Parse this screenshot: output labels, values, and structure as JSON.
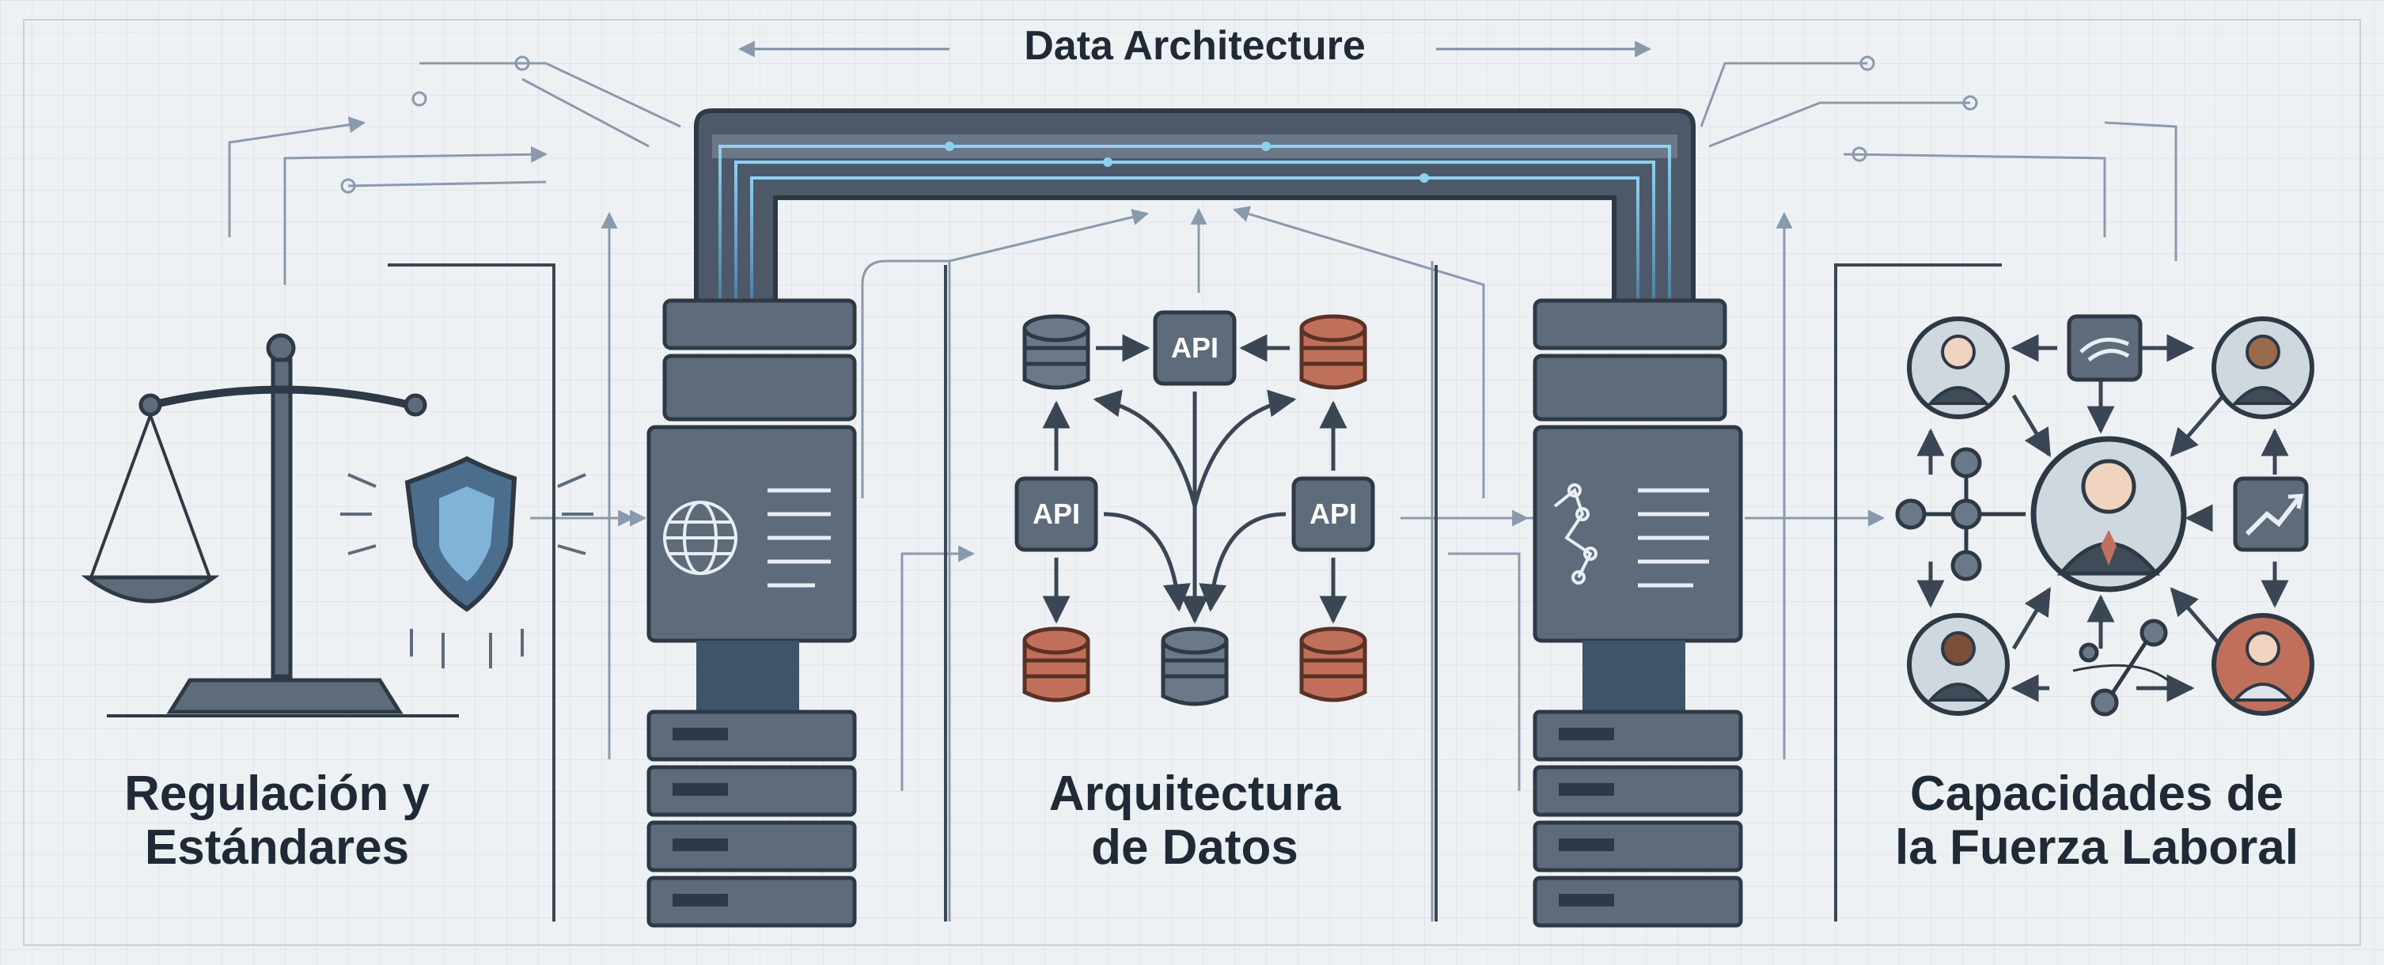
{
  "title": "Data Architecture",
  "sections": {
    "regulation": "Regulación y\nEstándares",
    "architecture": "Arquitectura\nde Datos",
    "workforce": "Capacidades de\nla Fuerza Laboral"
  },
  "api_nodes": [
    "API",
    "API",
    "API"
  ],
  "colors": {
    "background": "#eef1f4",
    "slate": "#5d6b7b",
    "dark": "#3a4654",
    "glow": "#7cc3e8",
    "terracotta": "#c0705a",
    "line": "#7f8ea0"
  },
  "icons": [
    "scale-of-justice-icon",
    "shield-icon",
    "globe-icon",
    "document-icon",
    "database-icon",
    "api-icon",
    "server-rack-icon",
    "person-avatar-icon",
    "handshake-icon",
    "growth-chart-icon",
    "network-icon"
  ]
}
